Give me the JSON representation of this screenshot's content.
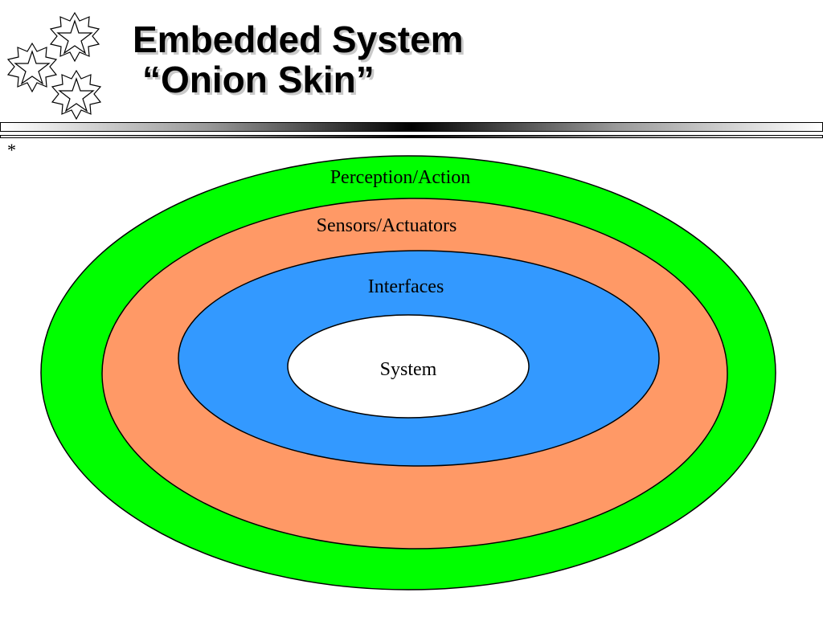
{
  "title": {
    "line1": "Embedded System",
    "line2": "“Onion Skin”"
  },
  "bullet": "*",
  "diagram": {
    "layers": [
      {
        "label": "Perception/Action",
        "color": "#00ff00"
      },
      {
        "label": "Sensors/Actuators",
        "color": "#ff9966"
      },
      {
        "label": "Interfaces",
        "color": "#3399ff"
      },
      {
        "label": "System",
        "color": "#ffffff"
      }
    ]
  },
  "colors": {
    "outline": "#000000",
    "title_shadow": "#c9c9c9"
  },
  "icons": {
    "logo": "stars-cluster-icon"
  }
}
